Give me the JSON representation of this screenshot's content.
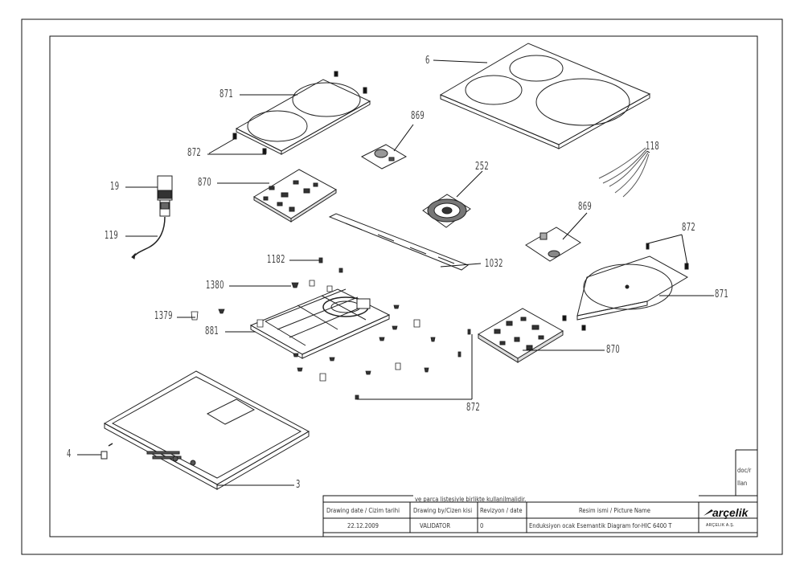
{
  "labels": {
    "p6": "6",
    "p871_top": "871",
    "p872_top": "872",
    "p869_top": "869",
    "p118": "118",
    "p19": "19",
    "p870_top": "870",
    "p252": "252",
    "p869_mid": "869",
    "p872_right": "872",
    "p119": "119",
    "p1182": "1182",
    "p1032": "1032",
    "p1380": "1380",
    "p871_right": "871",
    "p1379": "1379",
    "p881": "881",
    "p870_right": "870",
    "p872_bottom": "872",
    "p4": "4",
    "p3": "3"
  },
  "title_block": {
    "note": "ve parca listesiyle birlikte kullanilmalidir.",
    "headers": {
      "date": "Drawing date / Cizim tarihi",
      "drawn_by": "Drawing by/Cizen kisi",
      "revision": "Revizyon / date",
      "name": "Resim ismi / Picture Name"
    },
    "values": {
      "date": "22.12.2009",
      "drawn_by": "VALIDATOR",
      "revision": "0",
      "name": "Enduksiyon ocak Esemantik Diagram for-HIC 6400 T"
    },
    "side_box": [
      "doc/r",
      "Ilan"
    ],
    "logo": "arçelik",
    "logo_sub": "ARÇELIK A.Ş."
  },
  "colors": {
    "line": "#111111",
    "label": "#444444"
  }
}
